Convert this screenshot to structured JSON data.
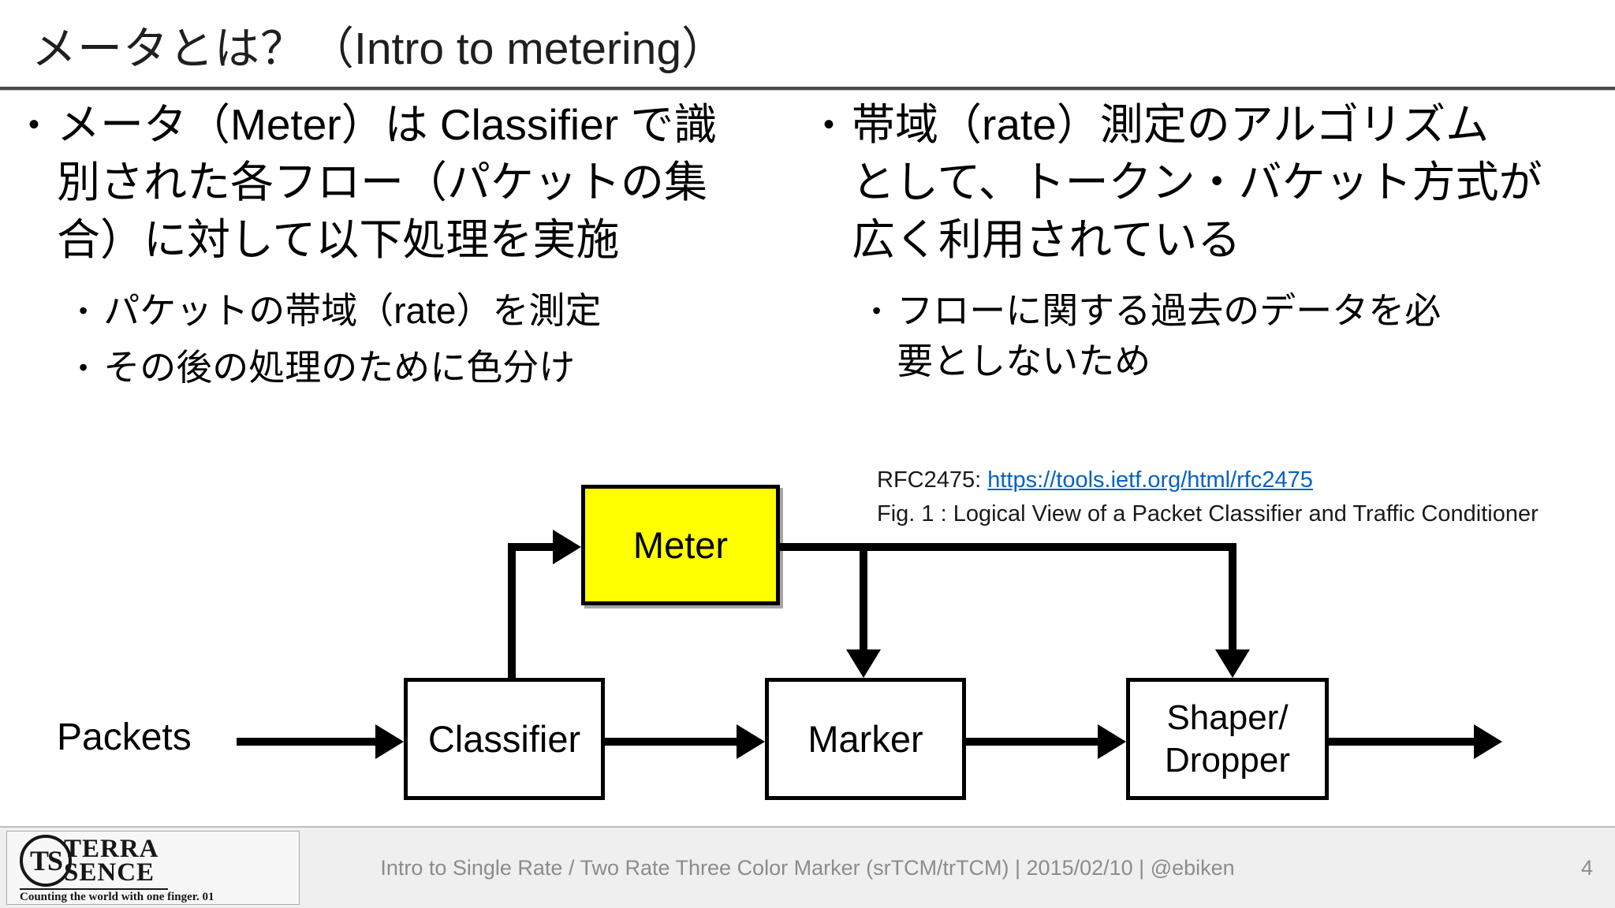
{
  "slide": {
    "title": {
      "jp": "メータとは？",
      "en": "（Intro to metering）"
    },
    "left_column": {
      "bullet": "メータ（Meter）は Classifier で識\n別された各フロー（パケットの集\n合）に対して以下処理を実施",
      "sub_bullets": [
        "パケットの帯域（rate）を測定",
        "その後の処理のために色分け"
      ]
    },
    "right_column": {
      "bullet": "帯域（rate）測定のアルゴリズム\nとして、トークン・バケット方式が\n広く利用されている",
      "sub_bullets": [
        "フローに関する過去のデータを必\n要としないため"
      ]
    },
    "reference": {
      "label": "RFC2475: ",
      "link": "https://tools.ietf.org/html/rfc2475",
      "caption": "Fig. 1 : Logical View of a Packet Classifier and Traffic Conditioner"
    },
    "diagram": {
      "input_label": "Packets",
      "nodes": {
        "meter": "Meter",
        "classifier": "Classifier",
        "marker": "Marker",
        "shaper": "Shaper/\nDropper"
      },
      "colors": {
        "meter_fill": "#FFFF00",
        "node_border": "#000000",
        "arrow": "#000000"
      }
    },
    "footer": {
      "logo": {
        "monogram": "TS",
        "name_line1": "TERRA",
        "name_line2": "SENCE",
        "tagline": "Counting the world with one finger. 01"
      },
      "text": "Intro to Single Rate / Two Rate Three Color Marker (srTCM/trTCM) | 2015/02/10 | @ebiken",
      "page_number": "4"
    }
  }
}
